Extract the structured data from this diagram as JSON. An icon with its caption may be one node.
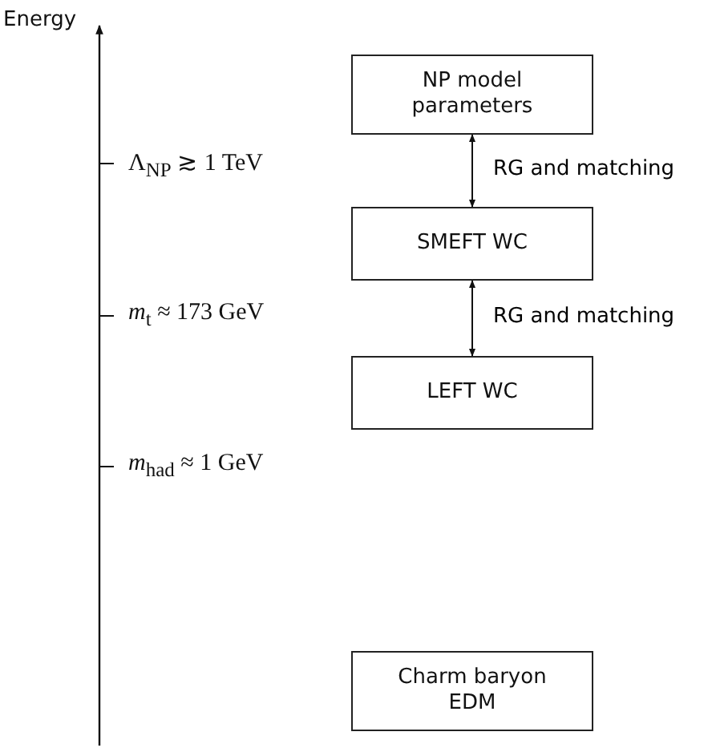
{
  "diagram": {
    "nodes": [
      {
        "text": [
          "NP model parameters"
        ]
      },
      {
        "text": [
          "SMEFT WC"
        ]
      },
      {
        "text": [
          "LEFT WC"
        ]
      },
      {
        "text": [
          "Charm baryon EDM"
        ]
      }
    ],
    "edges": [
      {
        "from": 0,
        "to": 1,
        "arrow": "both",
        "label": "RG and matching"
      },
      {
        "from": 1,
        "to": 2,
        "arrow": "both",
        "label": "RG and matching"
      }
    ],
    "labels": [
      "Energy",
      "Λ$_{NP}$ ≳ 1 TeV",
      "*m*$_{t}$ ≈ 173 GeV",
      "*m*$_{had}$ ≈ 1 GeV"
    ]
  }
}
